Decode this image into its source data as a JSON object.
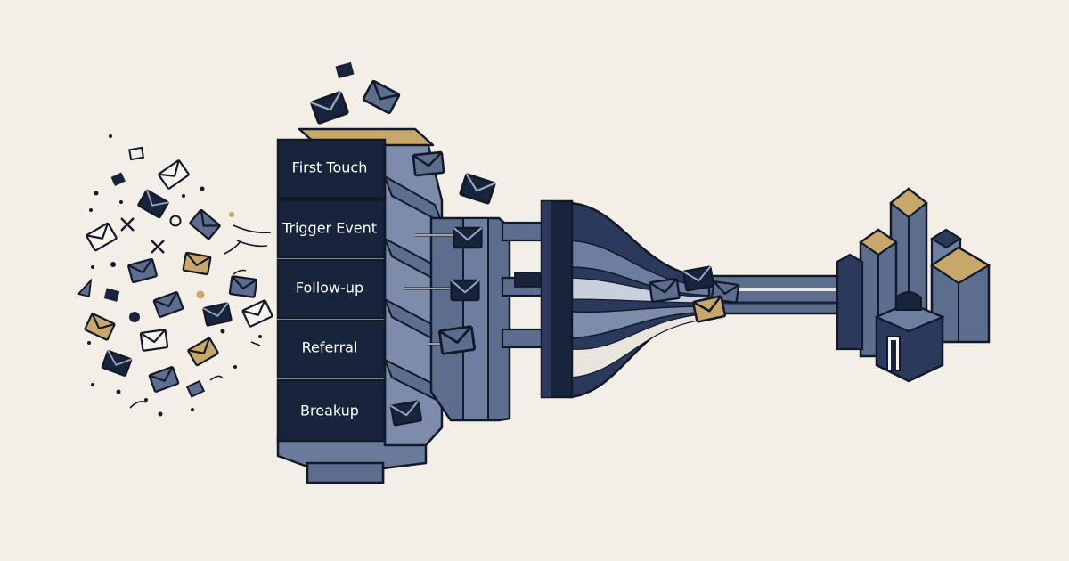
{
  "stages": [
    {
      "label": "First Touch"
    },
    {
      "label": "Trigger Event"
    },
    {
      "label": "Follow-up"
    },
    {
      "label": "Referral"
    },
    {
      "label": "Breakup"
    }
  ],
  "colors": {
    "background": "#f3efe6",
    "navy": "#18243b",
    "slate": "#5d6d8e",
    "slate_light": "#7e8cab",
    "gold": "#c7a76a",
    "outline": "#121a2a"
  },
  "icons": [
    "envelope-icon",
    "building-icon"
  ]
}
